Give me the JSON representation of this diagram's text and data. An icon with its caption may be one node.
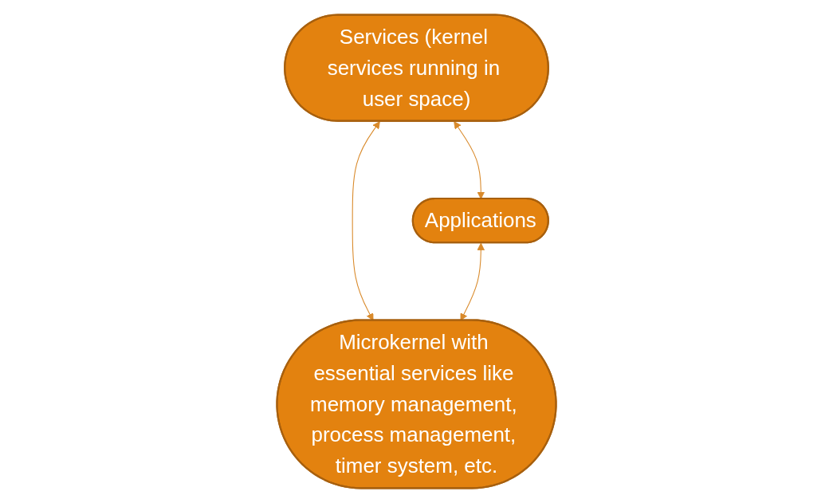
{
  "diagram": {
    "nodes": [
      {
        "text": [
          "Services (kernel services running in user space)"
        ]
      },
      {
        "text": [
          "Applications"
        ]
      },
      {
        "text": [
          "Microkernel with essential services like memory management, process management, timer system, etc."
        ]
      }
    ],
    "edges": [
      {
        "from": 0,
        "to": 1,
        "arrow": "both"
      },
      {
        "from": 0,
        "to": 2,
        "arrow": "both"
      },
      {
        "from": 1,
        "to": 2,
        "arrow": "both"
      }
    ]
  }
}
